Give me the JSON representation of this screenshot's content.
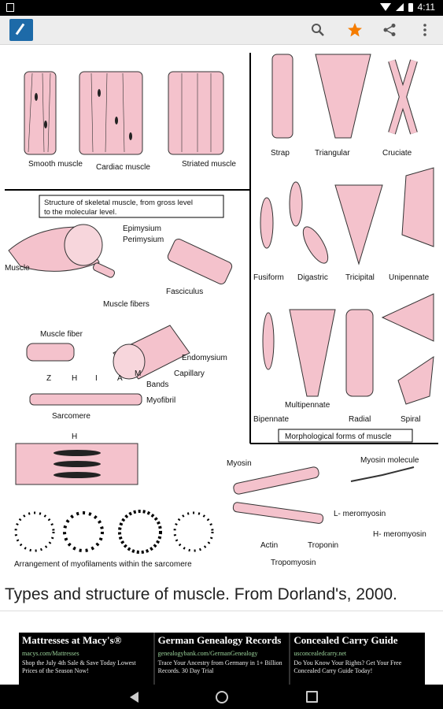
{
  "status_bar": {
    "time": "4:11"
  },
  "toolbar": {
    "icons": [
      "search-icon",
      "star-icon",
      "share-icon",
      "more-vert-icon"
    ],
    "star_color": "#f57c00"
  },
  "figure": {
    "muscle_types": [
      "Smooth\nmuscle",
      "Cardiac\nmuscle",
      "Striated\nmuscle"
    ],
    "structure_title_1": "Structure of skeletal muscle, from gross level",
    "structure_title_2": "to the molecular level.",
    "labels": {
      "epimysium": "Epimysium",
      "perimysium": "Perimysium",
      "muscle": "Muscle",
      "fasciculus": "Fasciculus",
      "muscle_fibers": "Muscle fibers",
      "muscle_fiber": "Muscle fiber",
      "endomysium": "Endomysium",
      "bands": "Bands",
      "capillary": "Capillary",
      "myofibril": "Myofibril",
      "sarcomere": "Sarcomere",
      "band_z": "Z",
      "band_h": "H",
      "band_i": "I",
      "band_a": "A",
      "band_m": "M",
      "myosin": "Myosin",
      "myosin_molecule": "Myosin molecule",
      "l_meromyosin": "L- meromyosin",
      "h_meromyosin": "H- meromyosin",
      "actin": "Actin",
      "troponin": "Troponin",
      "tropomyosin": "Tropomyosin",
      "arrangement": "Arrangement of myofilaments within the sarcomere"
    },
    "morph_forms": [
      "Strap",
      "Triangular",
      "Cruciate",
      "Fusiform",
      "Digastric",
      "Tricipital",
      "Unipennate",
      "Bipennate",
      "Multipennate",
      "Radial",
      "Spiral"
    ],
    "morph_title": "Morphological forms of muscle",
    "muscle_color": "#f4c2cc"
  },
  "caption": "Types and structure of muscle. From Dorland's, 2000.",
  "ads": [
    {
      "title": "Mattresses at Macy's®",
      "url": "macys.com/Mattresses",
      "desc": "Shop the July 4th Sale & Save Today Lowest Prices of the Season Now!"
    },
    {
      "title": "German Genealogy Records",
      "url": "genealogybank.com/GermanGenealogy",
      "desc": "Trace Your Ancestry from Germany in 1+ Billion Records. 30 Day Trial"
    },
    {
      "title": "Concealed Carry Guide",
      "url": "usconcealedcarry.net",
      "desc": "Do You Know Your Rights? Get Your Free Concealed Carry Guide Today!"
    }
  ]
}
